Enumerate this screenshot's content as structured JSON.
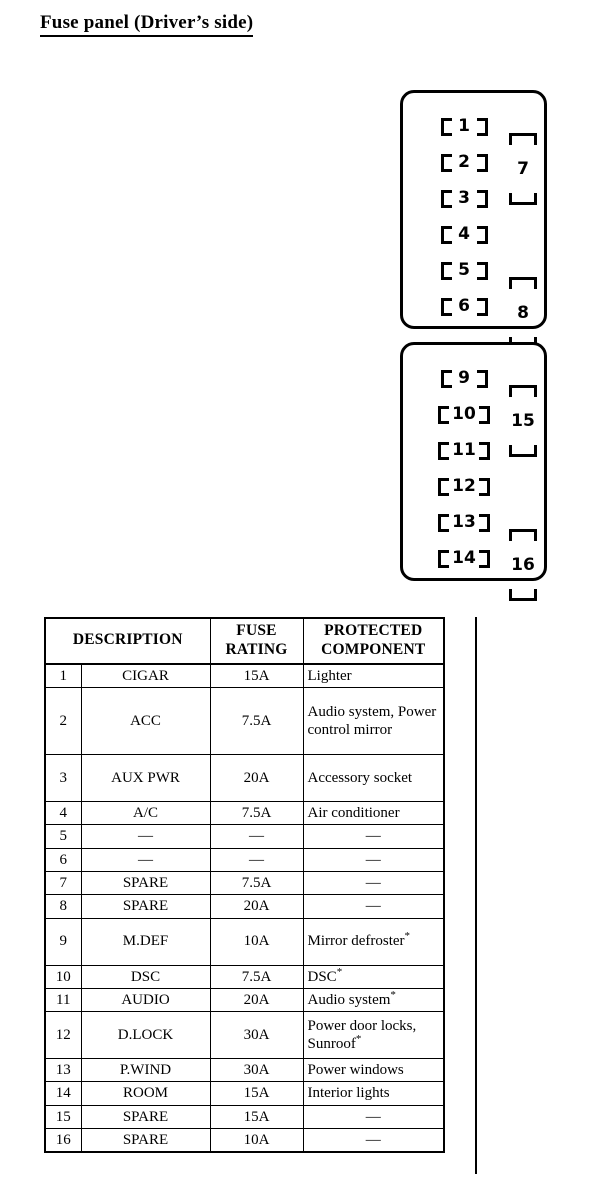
{
  "page": {
    "title": "Fuse panel (Driver’s side)"
  },
  "diagram": {
    "upper_box": {
      "name": "fuse-box-upper",
      "left_slots": [
        "1",
        "2",
        "3",
        "4",
        "5",
        "6"
      ],
      "right_slots": [
        "7",
        "8"
      ]
    },
    "lower_box": {
      "name": "fuse-box-lower",
      "left_slots": [
        "9",
        "10",
        "11",
        "12",
        "13",
        "14"
      ],
      "right_slots": [
        "15",
        "16"
      ]
    }
  },
  "table": {
    "headers": {
      "number": "",
      "description": "DESCRIPTION",
      "fuse_rating": "FUSE\nRATING",
      "fuse_rating_line1": "FUSE",
      "fuse_rating_line2": "RATING",
      "protected_component_line1": "PROTECTED",
      "protected_component_line2": "COMPONENT"
    },
    "rows": [
      {
        "number": "1",
        "description": "CIGAR",
        "rating": "15A",
        "component": "Lighter",
        "component_star": false,
        "height": "normal"
      },
      {
        "number": "2",
        "description": "ACC",
        "rating": "7.5A",
        "component": "Audio system, Power control mirror",
        "component_star": false,
        "height": "tall"
      },
      {
        "number": "3",
        "description": "AUX PWR",
        "rating": "20A",
        "component": "Accessory socket",
        "component_star": false,
        "height": "mid"
      },
      {
        "number": "4",
        "description": "A/C",
        "rating": "7.5A",
        "component": "Air conditioner",
        "component_star": false,
        "height": "normal"
      },
      {
        "number": "5",
        "description": "—",
        "rating": "—",
        "component": "—",
        "component_star": false,
        "height": "normal"
      },
      {
        "number": "6",
        "description": "—",
        "rating": "—",
        "component": "—",
        "component_star": false,
        "height": "normal"
      },
      {
        "number": "7",
        "description": "SPARE",
        "rating": "7.5A",
        "component": "—",
        "component_star": false,
        "height": "normal"
      },
      {
        "number": "8",
        "description": "SPARE",
        "rating": "20A",
        "component": "—",
        "component_star": false,
        "height": "normal"
      },
      {
        "number": "9",
        "description": "M.DEF",
        "rating": "10A",
        "component": "Mirror defroster",
        "component_star": true,
        "height": "mid"
      },
      {
        "number": "10",
        "description": "DSC",
        "rating": "7.5A",
        "component": "DSC",
        "component_star": true,
        "height": "normal"
      },
      {
        "number": "11",
        "description": "AUDIO",
        "rating": "20A",
        "component": "Audio system",
        "component_star": true,
        "height": "normal"
      },
      {
        "number": "12",
        "description": "D.LOCK",
        "rating": "30A",
        "component": "Power door locks, Sunroof",
        "component_star": true,
        "height": "mid"
      },
      {
        "number": "13",
        "description": "P.WIND",
        "rating": "30A",
        "component": "Power windows",
        "component_star": false,
        "height": "normal"
      },
      {
        "number": "14",
        "description": "ROOM",
        "rating": "15A",
        "component": "Interior lights",
        "component_star": false,
        "height": "normal"
      },
      {
        "number": "15",
        "description": "SPARE",
        "rating": "15A",
        "component": "—",
        "component_star": false,
        "height": "normal"
      },
      {
        "number": "16",
        "description": "SPARE",
        "rating": "10A",
        "component": "—",
        "component_star": false,
        "height": "normal"
      }
    ]
  },
  "colors": {
    "ink": "#000000",
    "paper": "#ffffff"
  }
}
